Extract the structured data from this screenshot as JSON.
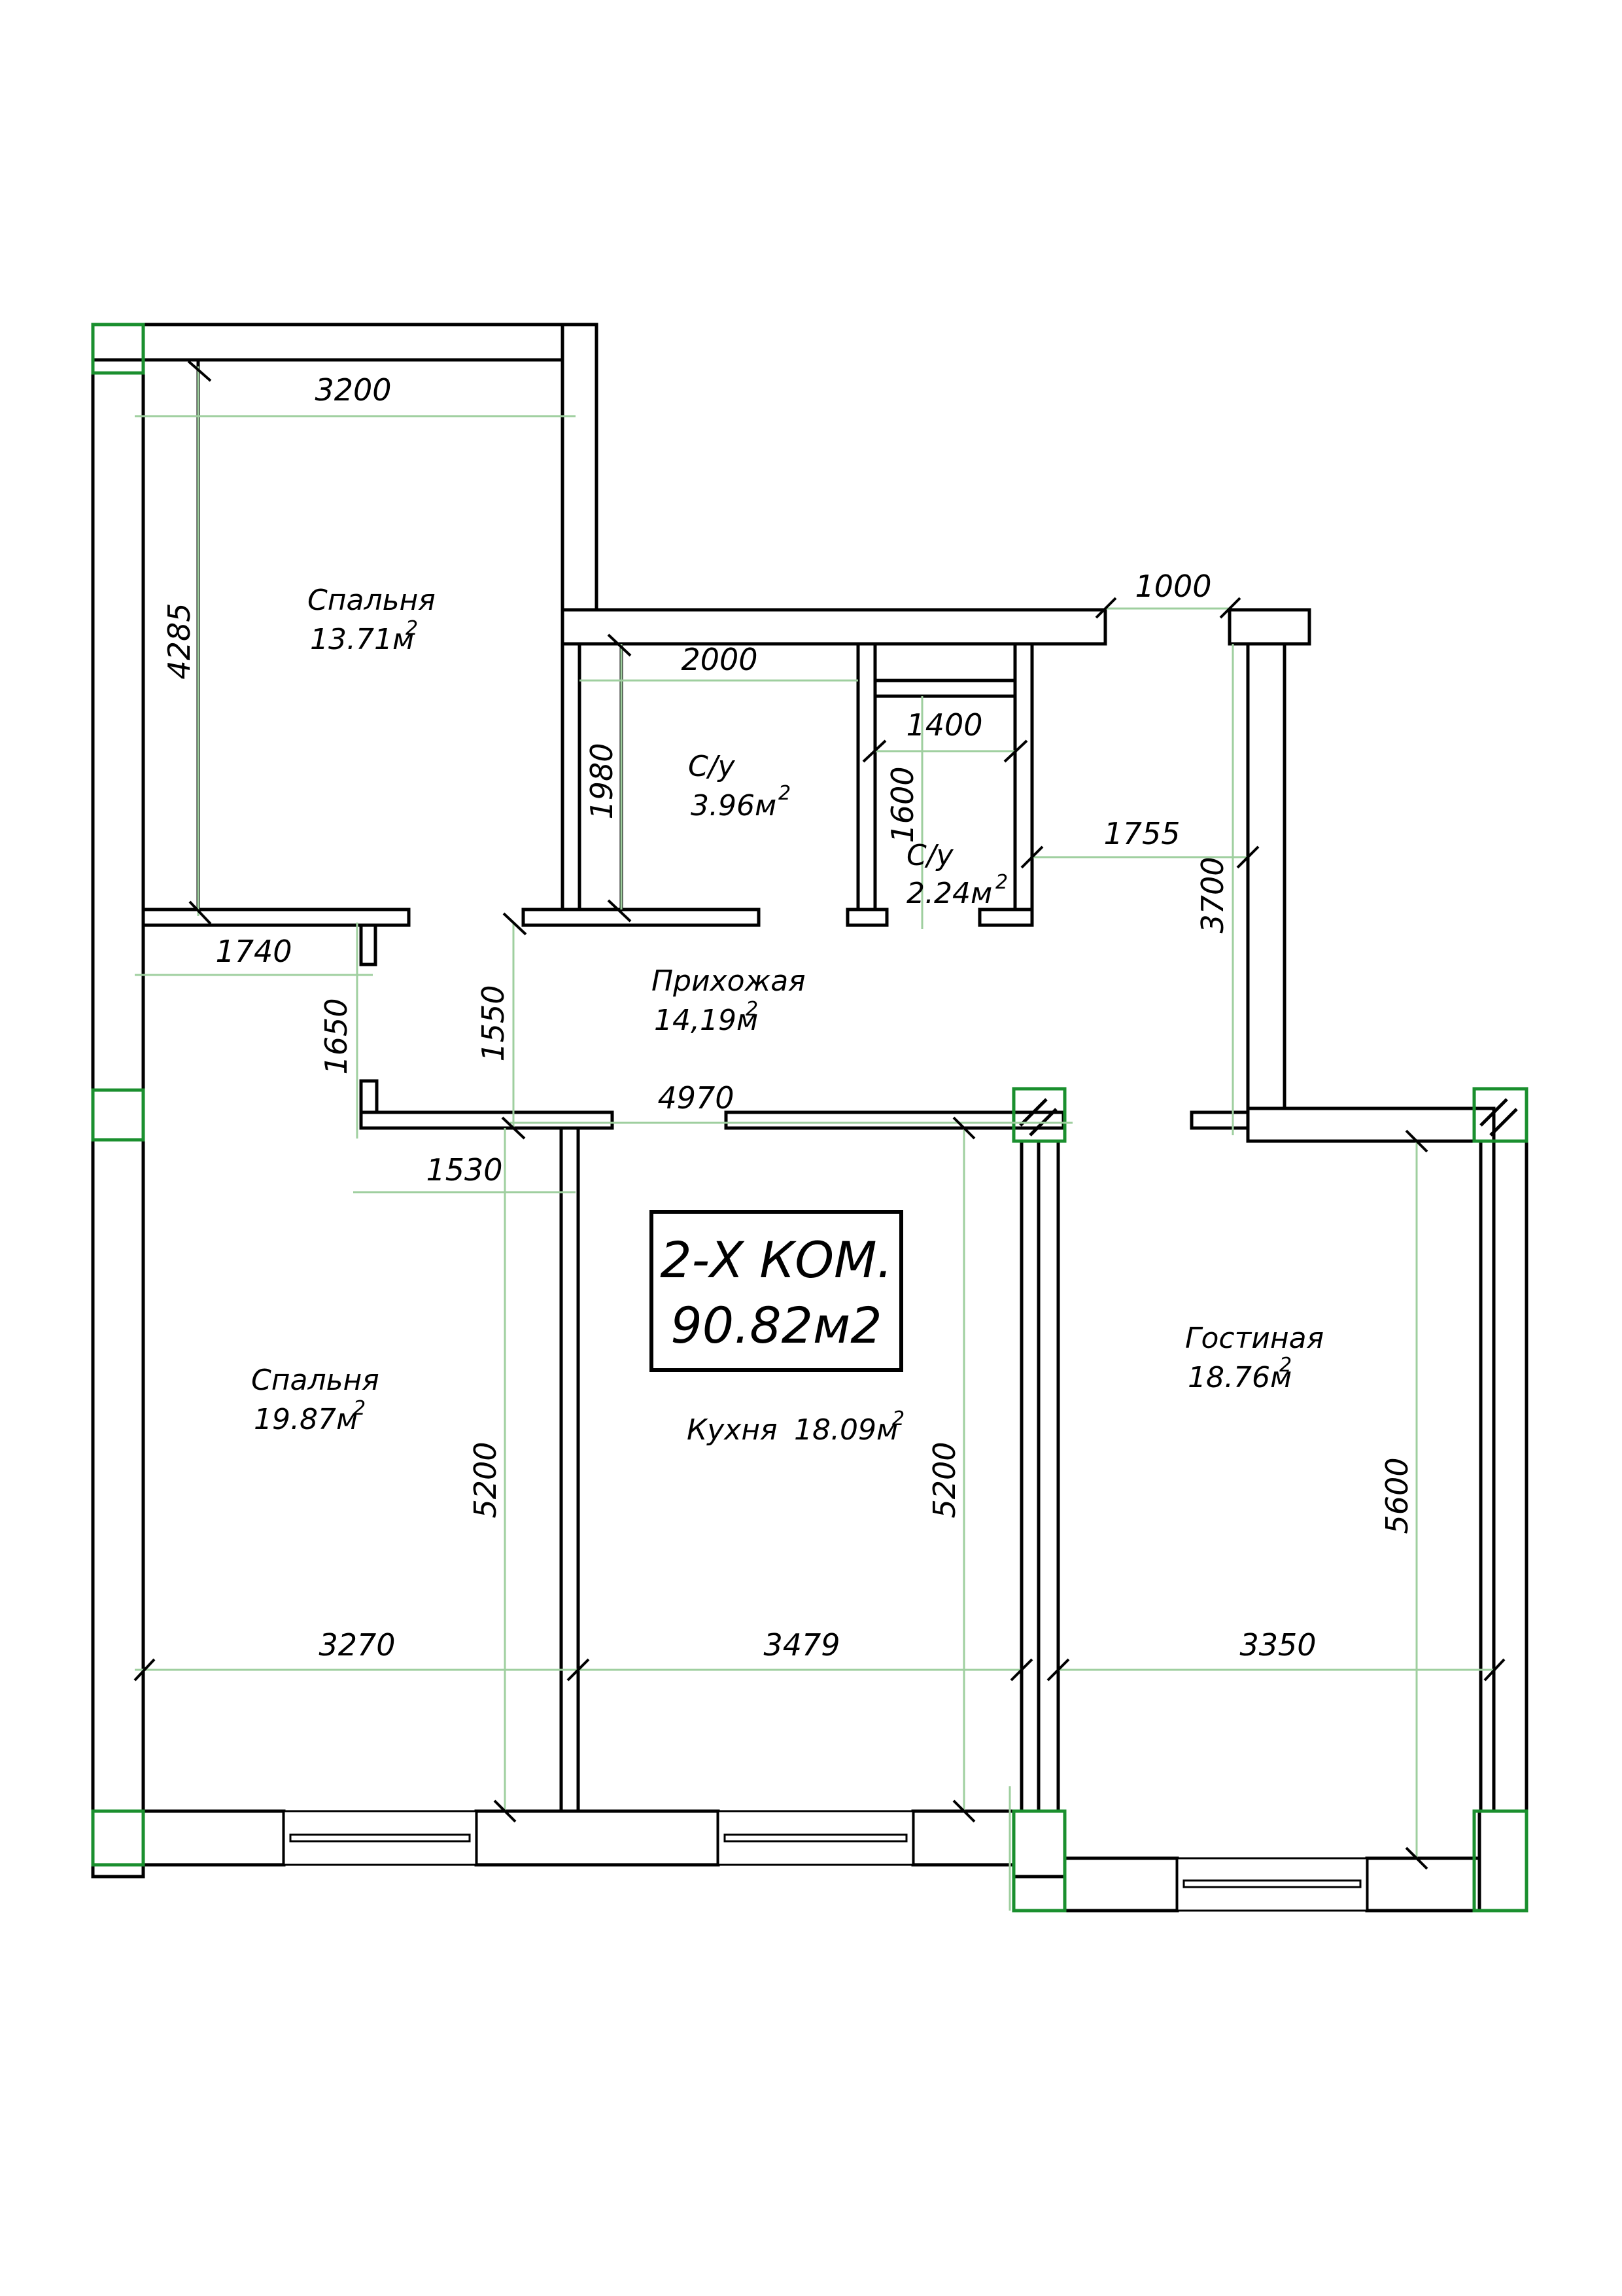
{
  "colors": {
    "wall": "#000000",
    "column": "#1a8f2e",
    "dimension": "#9fcf9f"
  },
  "title": {
    "line1": "2-Х КОМ.",
    "line2": "90.82м2"
  },
  "rooms": {
    "bedroom_top": {
      "name": "Спальня",
      "area": "13.71м",
      "sup": "2"
    },
    "bath_1": {
      "name": "С/у",
      "area": "3.96м",
      "sup": "2"
    },
    "bath_2": {
      "name": "С/у",
      "area": "2.24м",
      "sup": "2"
    },
    "hall": {
      "name": "Прихожая",
      "area": "14,19м",
      "sup": "2"
    },
    "bedroom_bottom": {
      "name": "Спальня",
      "area": "19.87м",
      "sup": "2"
    },
    "kitchen": {
      "name": "Кухня",
      "area": "18.09м",
      "sup": "2"
    },
    "living": {
      "name": "Гостиная",
      "area": "18.76м",
      "sup": "2"
    }
  },
  "dimensions": {
    "d3200": "3200",
    "d4285": "4285",
    "d1000": "1000",
    "d2000": "2000",
    "d1400": "1400",
    "d1980": "1980",
    "d1600": "1600",
    "d1755": "1755",
    "d3700": "3700",
    "d1740": "1740",
    "d1650": "1650",
    "d1550": "1550",
    "d4970": "4970",
    "d1530": "1530",
    "d5200a": "5200",
    "d5200b": "5200",
    "d5600": "5600",
    "d3270": "3270",
    "d3479": "3479",
    "d3350": "3350"
  }
}
